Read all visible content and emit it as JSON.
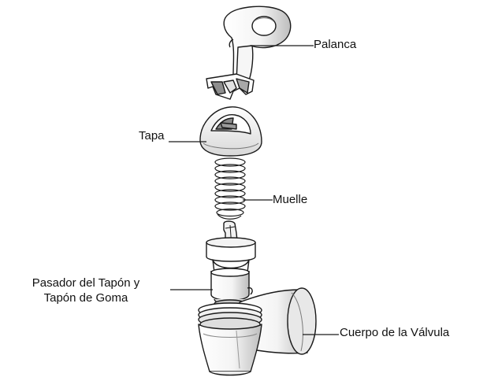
{
  "labels": {
    "palanca": "Palanca",
    "tapa": "Tapa",
    "muelle": "Muelle",
    "pasador_line1": "Pasador del Tapón y",
    "pasador_line2": "Tapón de Goma",
    "cuerpo": "Cuerpo de la Válvula"
  },
  "colors": {
    "stroke": "#1a1a1a",
    "fill": "#ffffff",
    "shade": "#9a9a9a",
    "light_shade": "#d6d6d6"
  }
}
